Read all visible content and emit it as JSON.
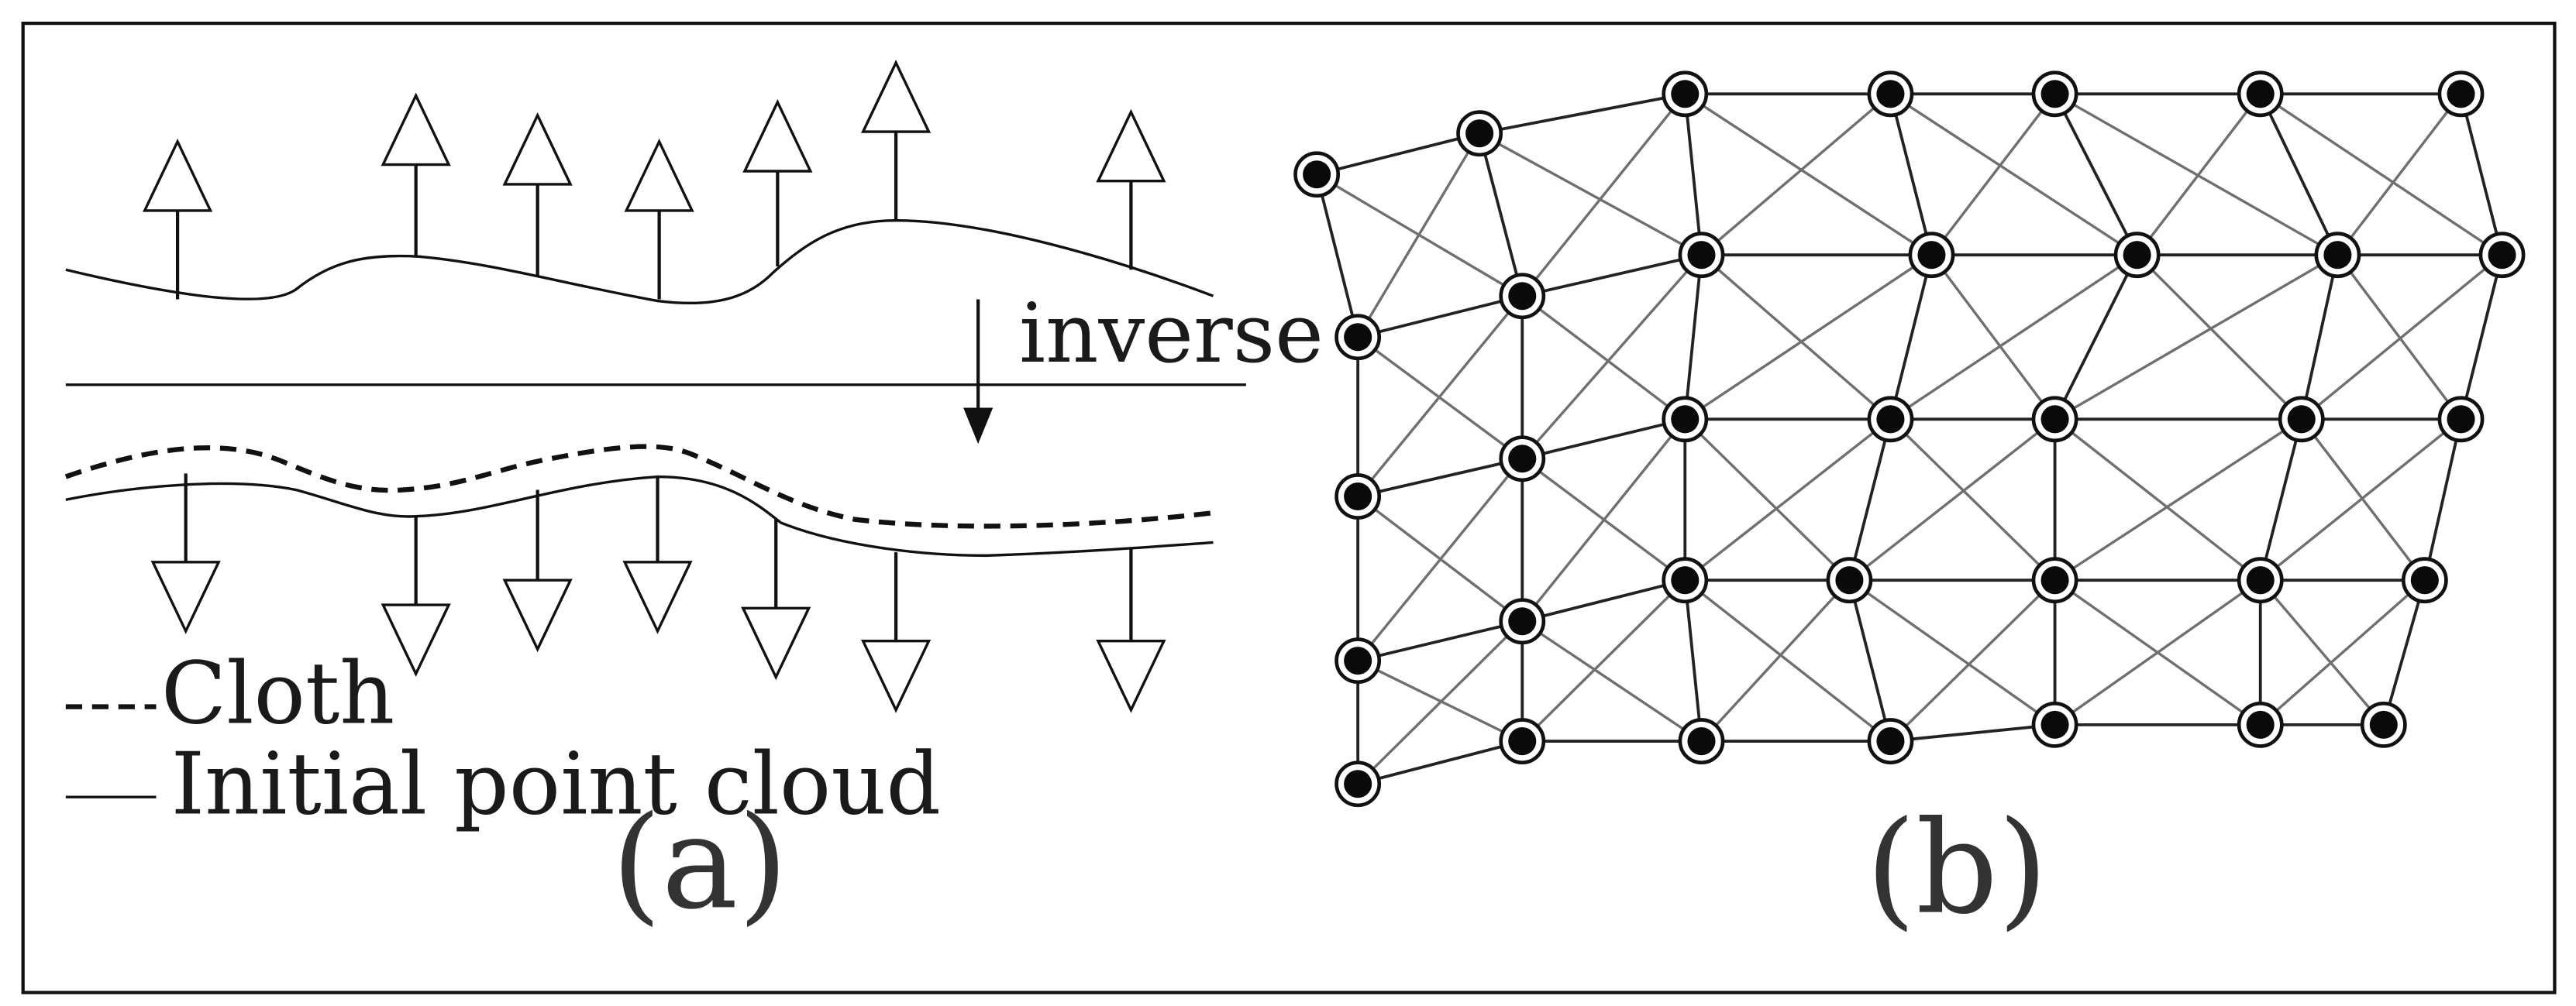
{
  "figure": {
    "panel_a": {
      "inverse_label": "inverse",
      "legend": {
        "cloth_label": "Cloth",
        "point_cloud_label": "Initial point cloud"
      },
      "caption": "(a)"
    },
    "panel_b": {
      "caption": "(b)"
    }
  }
}
